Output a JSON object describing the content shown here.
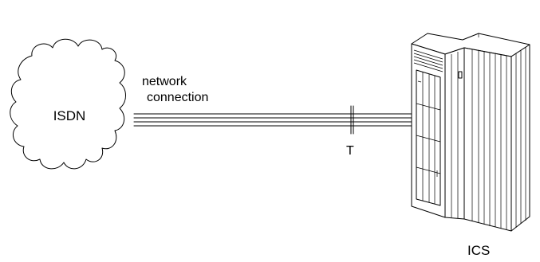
{
  "diagram": {
    "cloud_label": "ISDN",
    "connection_label_line1": "network",
    "connection_label_line2": "connection",
    "interface_label": "T",
    "equipment_label": "ICS"
  },
  "icons": {
    "network": "cloud-icon",
    "equipment": "cabinet-icon"
  }
}
